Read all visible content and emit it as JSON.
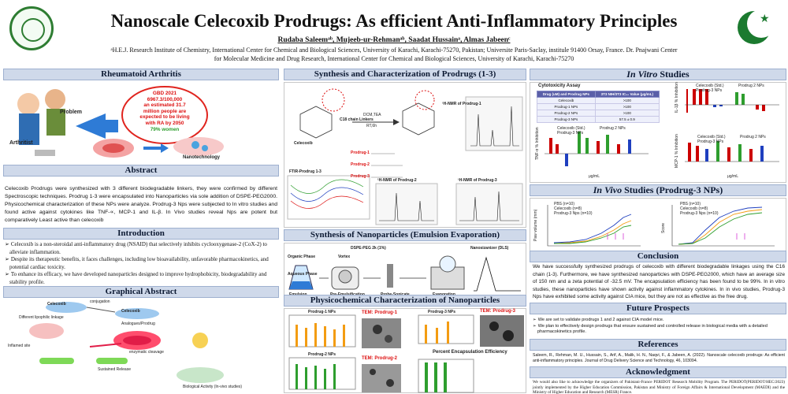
{
  "header": {
    "title": "Nanoscale Celecoxib Prodrugs: As efficient Anti-Inflammatory Principles",
    "authors": "Rudaba Saleemᵃᵇ, Mujeeb-ur-Rehmanᵃᵇ, Saadat Hussainᵃ, Almas Jabeenᶜ",
    "affiliation_line1": "ᵃH.E.J. Research Institute of Chemistry, International Center for Chemical and Biological Sciences, University of Karachi, Karachi-75270, Pakistan; Universite Paris-Saclay, institule 91400 Orsay, France. Dr. Pnajwani Center",
    "affiliation_line2": "for Molecular Medicine and Drug Research, International Center for Chemical and Biological Sciences, University of Karachi, Karachi-75270"
  },
  "sections": {
    "rheumatoid": "Rheumatoid Arthritis",
    "abstract": "Abstract",
    "introduction": "Introduction",
    "graphical_abstract": "Graphical Abstract",
    "synthesis": "Synthesis and Characterization of Prodrugs (1-3)",
    "nanoparticles": "Synthesis of Nanoparticles (Emulsion Evaporation)",
    "physico": "Physicochemical Characterization of Nanoparticles",
    "in_vitro_italic": "In Vitro",
    "in_vitro_rest": " Studies",
    "in_vivo_italic": "In Vivo",
    "in_vivo_rest": " Studies (Prodrug-3 NPs)",
    "conclusion": "Conclusion",
    "future": "Future Prospects",
    "references": "References",
    "acknowledgement": "Acknowledgment"
  },
  "rheumatoid": {
    "problem": "Problem",
    "arthritist": "Arthritist",
    "nanotech": "Nanotechnology",
    "gbd1": "GBD 2021",
    "gbd2": "6967.3/100,000",
    "gbd3": "an estimated 31.7",
    "gbd4": "million people are",
    "gbd5": "expected to be living",
    "gbd6": "with RA by 2050",
    "gbd7": "79% women"
  },
  "abstract_text": "Celecoxib Prodrugs were synthesized with 3 different biodegradable linkers, they were confirmed by different Spectroscopic techniques. Prodrug 1-3 were encapsulated into Nanoparticles via sole addition of DSPE-PEG2000. Physicochemical characterization of these NPs were analyze. Prodrug-3 Nps were subjected to In vitro studies and found active against cytokines like TNF-∝, MCP-1 and IL-β. In Vivo studies reveal Nps are potent but comparatively Least active than celecoxib",
  "intro": [
    "Celecoxib is a non-steroidal anti-inflammatory drug (NSAID) that selectively inhibits cyclooxygenase-2 (CoX-2) to alleviate inflammation.",
    "Despite its therapeutic benefits, it faces challenges, including low bioavailability, unfavorable pharmacokinetics, and potential cardiac toxicity.",
    "To enhance its efficacy, we have developed nanoparticles designed to improve hydrophobicity, biodegradability and stability profile."
  ],
  "graphical": {
    "celecoxib": "Celecoxib",
    "conjugation": "conjugation",
    "linkers": "Different lipophilic linkage",
    "prodrug": "Celecoxib",
    "analogues": "Analogues/Prodrug",
    "inflamed": "Inflamed site",
    "cleavage": "enzymatic cleavage",
    "release": "Sustained Release",
    "activity": "Biological Activity (In-vivo studies)"
  },
  "synthesis": {
    "celecoxib": "Celecoxib",
    "reagent1": "DCM,TEA",
    "reagent2": "RT,6h",
    "linker": "C18 chain Linkers",
    "nmr": "¹H-NMR of Prodrug-1",
    "p1": "Prodrug-1",
    "p2": "Prodrug-2",
    "p3": "Prodrug-3",
    "ftir": "FTIR-Prodrug 1-3",
    "nmr2": "¹H-NMR of Prodrug-2",
    "nmr3": "¹H-NMR of Prodrug-3"
  },
  "nanoparticles": {
    "organic": "Organic Phase",
    "aqueous": "Aqueous Phase",
    "vortex": "Vortex",
    "emulsion": "Emulsion",
    "pre": "Pre-Emulsification",
    "sonic": "Probe-Sonicate",
    "evap": "Evaporation",
    "dls": "Nanosizanizer (DLS)",
    "dspe": "DSPE-PEG 2k (1%)"
  },
  "physico": {
    "p1nps": "Prodrug-1 NPs",
    "p2nps": "Prodrug-2 NPs",
    "p3nps": "Prodrug-3 NPs",
    "tem1": "TEM: Prodrug-1",
    "tem2": "TEM: Prodrug-2",
    "tem3": "TEM: Prodrug-3",
    "pee": "Percent Encapsulation Efficiency"
  },
  "invitro": {
    "cyto_title": "Cytotoxicity Assay",
    "col1": "Drug (uM) and Prodrug NPs",
    "col2": "3T3 NIH/3T3 IC₅₀ Value (μg/mL)",
    "rows": [
      [
        "Celecoxib",
        ">100"
      ],
      [
        "Prodrug-1 NPs",
        ">100"
      ],
      [
        "Prodrug-2 NPs",
        ">100"
      ],
      [
        "Prodrug-3 NPs",
        "57.5 ± 0.9"
      ]
    ],
    "leg_cel": "Celecoxib (Std.)",
    "leg_p3": "Prodrug-3 NPs",
    "leg_p2": "Prodrug 2 NPs",
    "ylab_il": "IL-1β % Inhibition",
    "ylab_tnf": "TNF-α % Inhibition",
    "ylab_mcp": "MCP-1 % Inhibition",
    "xlab": "μg/mL"
  },
  "invivo": {
    "leg1": "PBS (n=10)",
    "leg2": "Celecoxib (n=8)",
    "leg3": "Prodrug-3 Nps (n=10)",
    "ylab1": "Paw volume (mm)",
    "ylab2": "Score"
  },
  "conclusion_text": "We have successfully synthesized prodrugs of celecoxib with different biodegradable linkages using the C16 chain (1-3). Furthermore, we have synthesized nanoparticles with DSPE-PEG2000, which have an average size of 150 nm and a zeta potential of -32.5 mV. The encapsulation efficiency has been found to be 99%. In in vitro studies, these nanoparticles have shown activity against inflammatory cytokines. In in vivo studies, Prodrug-3 Nps have exhibited some activity against CIA mice, but they are not as effective as the free drug.",
  "future": [
    "We are set to validate prodrugs 1 and 2 against CIA model mice.",
    "We plan to effectively design prodrugs that ensure sustained and controlled release in biological media with a detailed pharmacokinetics profile."
  ],
  "reference_text": "Saleem, R., Rehman, M. U., Hussain, S., Arif, A., Malik, H. N., Naqvi, F., & Jabeen, A. (2022). Nanoscale celecoxib prodrugs: As efficient anti-inflammatory principles. Journal of Drug Delivery Science and Technology, 46, 103094.",
  "ack_text": "We would also like to acknowledge the organizers of Pakistani-France PERIDOT Research Mobility Program. The PERIDOT(PERIDOT/HEC/2023) jointly implemented by the Higher Education Commission, Pakistan and Ministry of Foreign Affairs & International Development (MAEDI) and the Ministry of Higher Education and Research (MESR) France.",
  "colors": {
    "bar_bg": "#cfd9ea",
    "accent_red": "#d11111",
    "orange": "#f39c12",
    "blue": "#1f3fbf",
    "green": "#1b7a2f"
  }
}
